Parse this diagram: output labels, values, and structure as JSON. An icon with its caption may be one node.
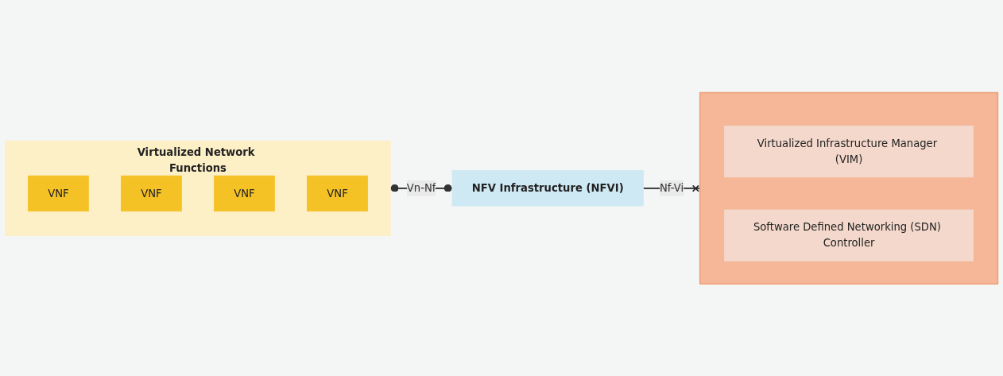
{
  "diagram": {
    "nodes": [
      {
        "text": [
          "Virtualized Network Functions"
        ]
      },
      {
        "text": [
          "VNF"
        ],
        "in": 0
      },
      {
        "text": [
          "VNF"
        ],
        "in": 0
      },
      {
        "text": [
          "VNF"
        ],
        "in": 0
      },
      {
        "text": [
          "VNF"
        ],
        "in": 0
      },
      {
        "text": [
          "NFV Infrastructure (NFVI)"
        ]
      },
      {
        "text": [],
        "shape": "box"
      },
      {
        "text": [
          "Virtualized Infrastructure Manager (VIM)"
        ],
        "in": 6
      },
      {
        "text": [
          "Software Defined Networking (SDN) Controller"
        ],
        "in": 6
      }
    ],
    "edges": [
      {
        "from": 0,
        "to": 5,
        "arrow": "other",
        "label": "Vn-Nf"
      },
      {
        "from": 5,
        "to": 6,
        "arrow": "other",
        "label": "Nf-Vi"
      }
    ]
  }
}
